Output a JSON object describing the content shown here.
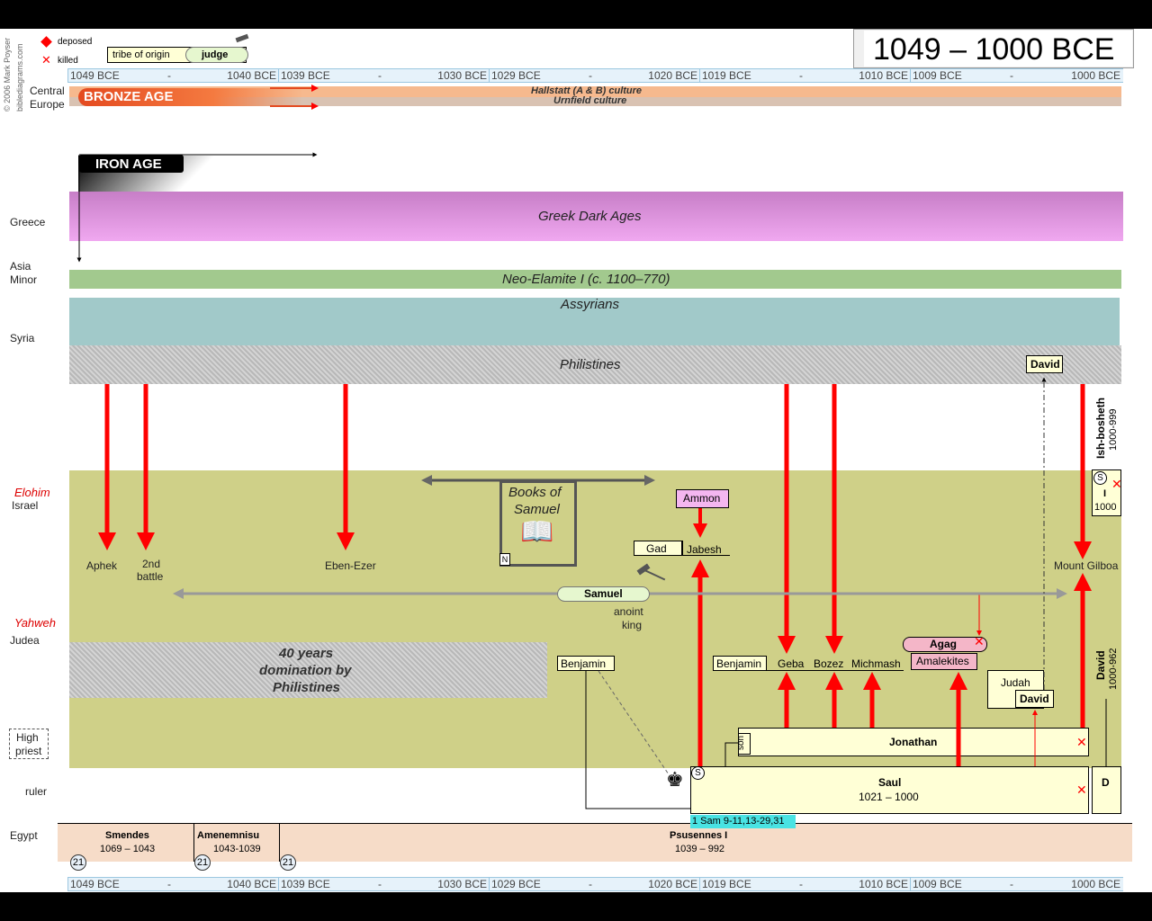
{
  "title": "1049 – 1000 BCE",
  "copyright": "© 2006 Mark Poyser",
  "site": "biblediagrams.com",
  "legend": {
    "deposed": "deposed",
    "killed": "killed",
    "tribe_of_origin": "tribe of origin",
    "judge": "judge"
  },
  "ruler_segments": [
    {
      "left": "1049 BCE",
      "mid": "-",
      "right": "1040 BCE"
    },
    {
      "left": "1039 BCE",
      "mid": "-",
      "right": "1030 BCE"
    },
    {
      "left": "1029 BCE",
      "mid": "-",
      "right": "1020 BCE"
    },
    {
      "left": "1019 BCE",
      "mid": "-",
      "right": "1010 BCE"
    },
    {
      "left": "1009 BCE",
      "mid": "-",
      "right": "1000 BCE"
    }
  ],
  "rows": {
    "central_europe_1": "Central",
    "central_europe_2": "Europe",
    "greece": "Greece",
    "asia_minor_1": "Asia",
    "asia_minor_2": "Minor",
    "syria": "Syria",
    "elohim": "Elohim",
    "israel": "Israel",
    "yahweh": "Yahweh",
    "judea": "Judea",
    "high_priest_1": "High",
    "high_priest_2": "priest",
    "ruler": "ruler",
    "egypt": "Egypt"
  },
  "eras": {
    "bronze_age": "BRONZE AGE",
    "iron_age": "IRON AGE",
    "hallstatt": "Hallstatt (A & B) culture",
    "urnfield": "Urnfield culture",
    "greek_dark_ages": "Greek Dark Ages",
    "neo_elamite": "Neo-Elamite I (c. 1100–770)",
    "assyrians": "Assyrians",
    "philistines": "Philistines",
    "domination_1": "40 years",
    "domination_2": "domination by",
    "domination_3": "Philistines"
  },
  "places": {
    "aphek": "Aphek",
    "second_battle_1": "2nd",
    "second_battle_2": "battle",
    "eben_ezer": "Eben-Ezer",
    "mount_gilboa": "Mount Gilboa",
    "gad": "Gad",
    "jabesh": "Jabesh",
    "ammon": "Ammon",
    "benjamin": "Benjamin",
    "benjamin2": "Benjamin",
    "geba": "Geba",
    "bozez": "Bozez",
    "michmash": "Michmash",
    "agag": "Agag",
    "amalekites": "Amalekites",
    "judah": "Judah"
  },
  "books_of_samuel_1": "Books of",
  "books_of_samuel_2": "Samuel",
  "book_badge": "N",
  "samuel": "Samuel",
  "anoint_1": "anoint",
  "anoint_2": "king",
  "david_top": "David",
  "david_box": "David",
  "ish_bosheth": "Ish-bosheth",
  "ish_bosheth_dates": "1000-999",
  "ish_box_s": "S",
  "ish_box_i": "I",
  "ish_box_year": "1000",
  "david_side": "David",
  "david_side_dates": "1000-962",
  "jonathan": "Jonathan",
  "son": "son",
  "saul_s": "S",
  "saul_name": "Saul",
  "saul_dates": "1021 – 1000",
  "d_box": "D",
  "scripture": "1 Sam 9-11,13-29,31",
  "egypt_rulers": [
    {
      "name": "Smendes",
      "dates": "1069 – 1043",
      "dyn": "21"
    },
    {
      "name": "Amenemnisu",
      "dates": "1043-1039",
      "dyn": "21"
    },
    {
      "name": "Psusennes I",
      "dates": "1039 – 992",
      "dyn": "21"
    }
  ],
  "colors": {
    "israel_band": "#cfd088",
    "greece_band": "#d990d9",
    "neo_elamite": "#a2c98e",
    "assyrians": "#a1c9c9",
    "philistines": "#c8c8c8",
    "arrow_red": "#ff0000",
    "egypt_band": "#f6dcc8",
    "hallstatt": "#f6b98e",
    "urnfield": "#d9c2b2",
    "bronze": "#e44a20"
  }
}
